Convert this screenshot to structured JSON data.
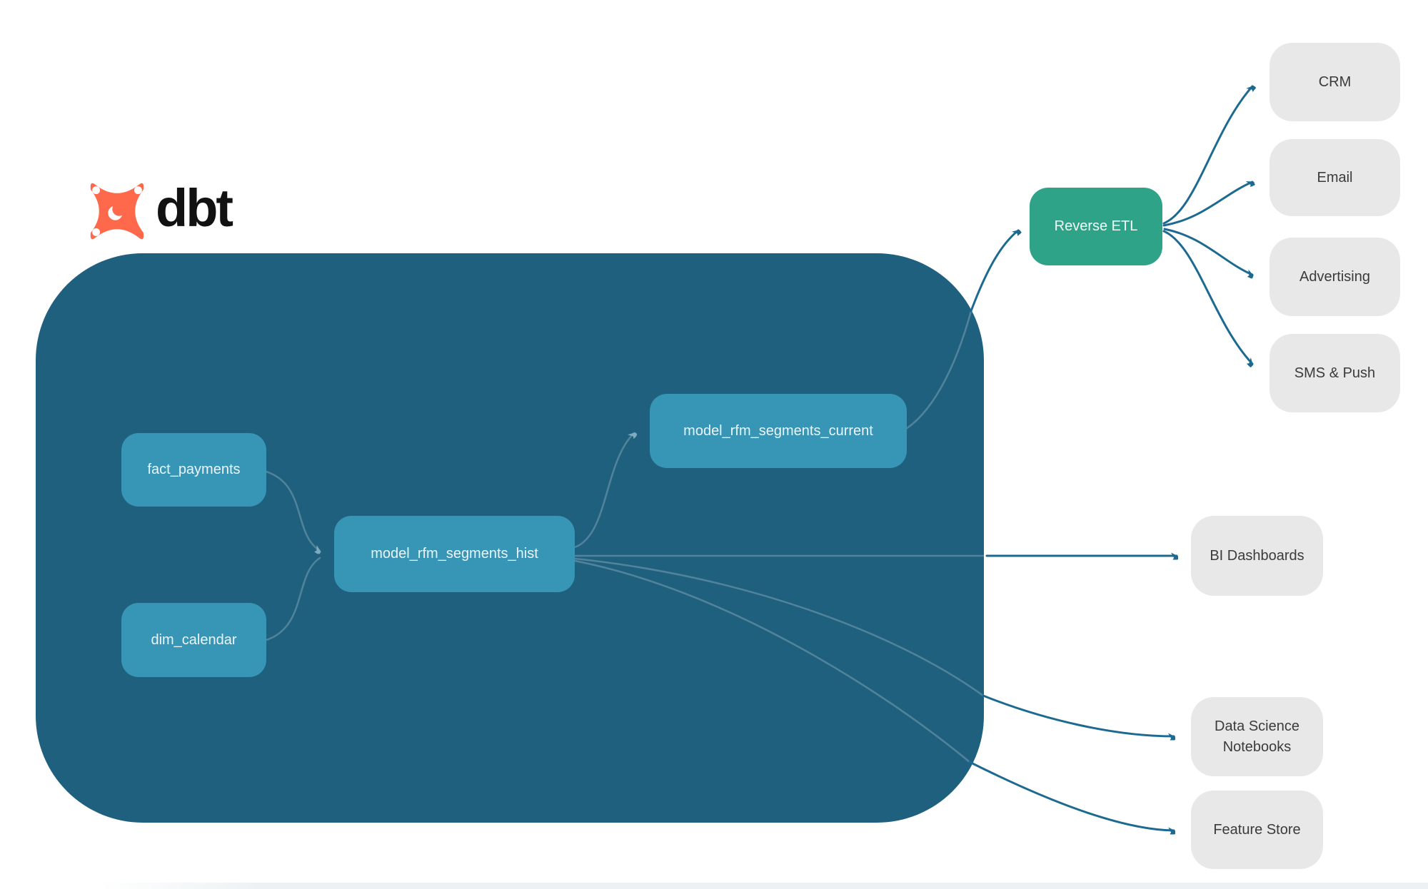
{
  "brand": {
    "logo_text": "dbt"
  },
  "nodes": {
    "fact_payments": "fact_payments",
    "dim_calendar": "dim_calendar",
    "model_rfm_segments_hist": "model_rfm_segments_hist",
    "model_rfm_segments_current": "model_rfm_segments_current",
    "reverse_etl": "Reverse ETL",
    "crm": "CRM",
    "email": "Email",
    "advertising": "Advertising",
    "sms_push": "SMS & Push",
    "bi_dashboards": "BI Dashboards",
    "data_science_notebooks": "Data Science Notebooks",
    "feature_store": "Feature Store"
  },
  "edges": [
    {
      "from": "fact_payments",
      "to": "model_rfm_segments_hist"
    },
    {
      "from": "dim_calendar",
      "to": "model_rfm_segments_hist"
    },
    {
      "from": "model_rfm_segments_hist",
      "to": "model_rfm_segments_current"
    },
    {
      "from": "model_rfm_segments_current",
      "to": "Reverse ETL"
    },
    {
      "from": "Reverse ETL",
      "to": "CRM"
    },
    {
      "from": "Reverse ETL",
      "to": "Email"
    },
    {
      "from": "Reverse ETL",
      "to": "Advertising"
    },
    {
      "from": "Reverse ETL",
      "to": "SMS & Push"
    },
    {
      "from": "model_rfm_segments_hist",
      "to": "BI Dashboards"
    },
    {
      "from": "model_rfm_segments_hist",
      "to": "Data Science Notebooks"
    },
    {
      "from": "model_rfm_segments_hist",
      "to": "Feature Store"
    }
  ],
  "colors": {
    "warehouse_container": "#20607f",
    "model_node": "#3795b5",
    "reverse_etl_node": "#2ea387",
    "destination_node": "#e8e8e8",
    "destination_text": "#3b3b3b",
    "arrow_outside": "#1d6a91",
    "logo_orange": "#ff694b",
    "logo_text": "#121212"
  }
}
